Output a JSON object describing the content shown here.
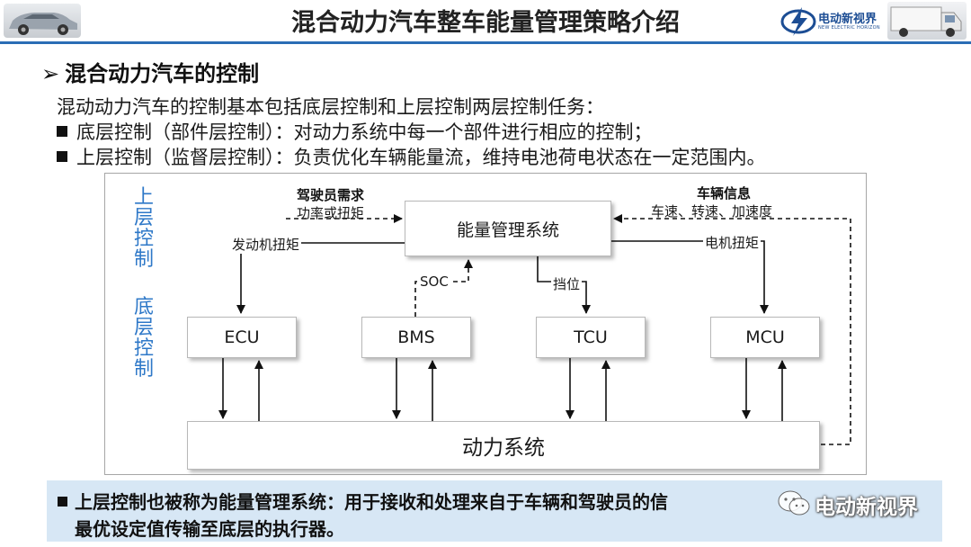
{
  "header": {
    "title": "混合动力汽车整车能量管理策略介绍",
    "logo_main": "电动新视界",
    "logo_sub": "NEW ELECTRIC HORIZON"
  },
  "section": {
    "heading": "混合动力汽车的控制",
    "intro": "混动动力汽车的控制基本包括底层控制和上层控制两层控制任务：",
    "bullets": [
      "底层控制（部件层控制）：对动力系统中每一个部件进行相应的控制；",
      "上层控制（监督层控制）：负责优化车辆能量流，维持电池荷电状态在一定范围内。"
    ]
  },
  "diagram": {
    "upper_label": "上层控制",
    "lower_label": "底层控制",
    "ems": "能量管理系统",
    "units": [
      "ECU",
      "BMS",
      "TCU",
      "MCU"
    ],
    "power_system": "动力系统",
    "driver_demand": "驾驶员需求",
    "power_or_torque": "功率或扭矩",
    "vehicle_info": "车辆信息",
    "vehicle_signals": "车速、转速、加速度",
    "engine_torque": "发动机扭矩",
    "motor_torque": "电机扭矩",
    "soc": "SOC",
    "gear": "挡位"
  },
  "banner": {
    "line1": "上层控制也被称为能量管理系统：用于接收和处理来自于车辆和驾驶员的信",
    "line2": "最优设定值传输至底层的执行器。",
    "watermark": "电动新视界"
  }
}
